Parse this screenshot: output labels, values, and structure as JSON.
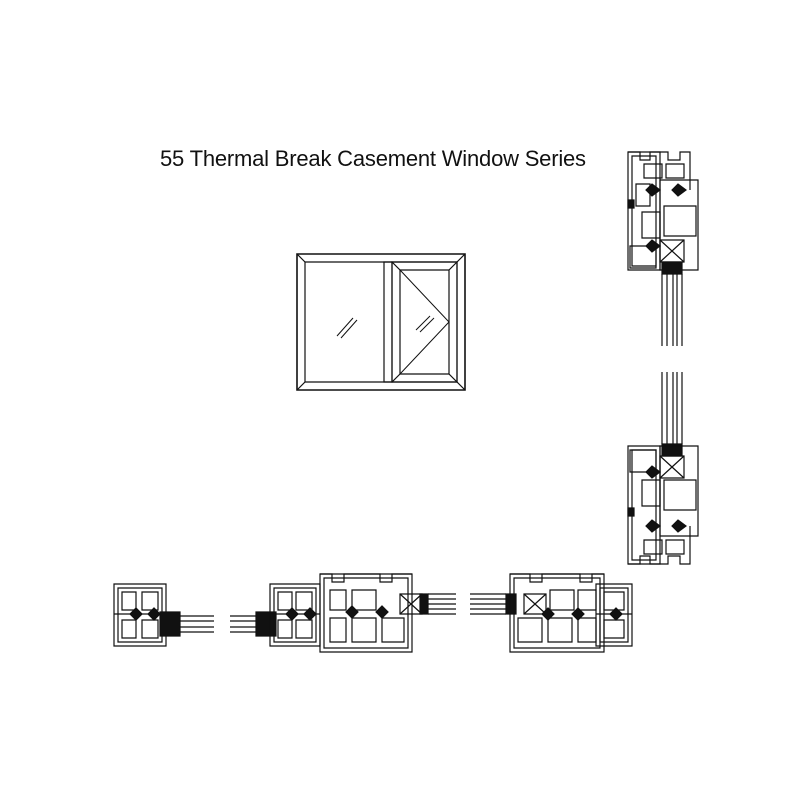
{
  "title": "55 Thermal Break Casement Window Series",
  "colors": {
    "line": "#111111",
    "background": "#ffffff"
  },
  "elevation": {
    "panes": [
      "fixed-pane",
      "casement-sash"
    ],
    "opening": "side-hung"
  },
  "sections": [
    {
      "name": "head-section",
      "orientation": "vertical"
    },
    {
      "name": "sill-section",
      "orientation": "vertical"
    },
    {
      "name": "jamb-left-section",
      "orientation": "horizontal"
    },
    {
      "name": "mullion-section",
      "orientation": "horizontal"
    },
    {
      "name": "jamb-right-section",
      "orientation": "horizontal"
    }
  ]
}
